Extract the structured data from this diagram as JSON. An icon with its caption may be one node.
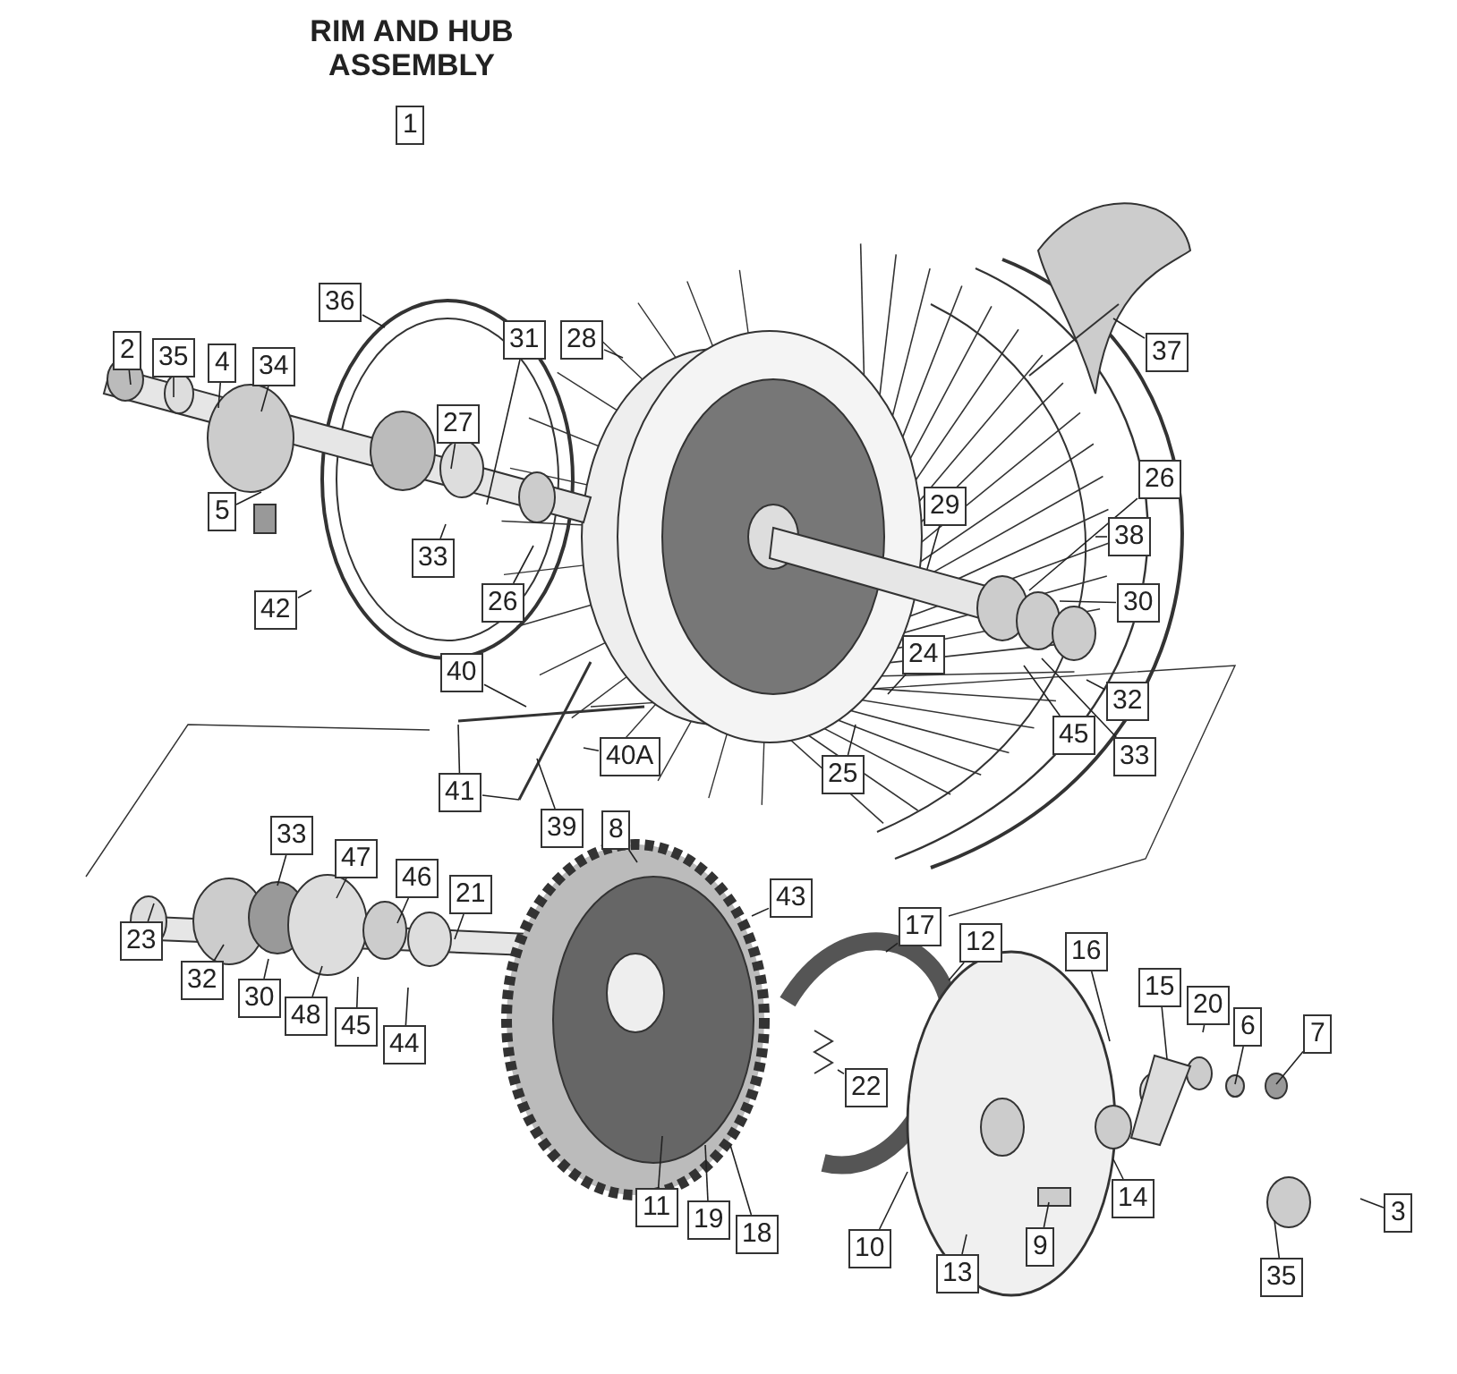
{
  "diagram": {
    "title": "RIM AND HUB ASSEMBLY",
    "nodes": [
      {
        "text": [
          "1"
        ]
      },
      {
        "text": [
          "36"
        ]
      },
      {
        "text": [
          "2"
        ]
      },
      {
        "text": [
          "35"
        ]
      },
      {
        "text": [
          "4"
        ]
      },
      {
        "text": [
          "34"
        ]
      },
      {
        "text": [
          "31"
        ]
      },
      {
        "text": [
          "28"
        ]
      },
      {
        "text": [
          "37"
        ]
      },
      {
        "text": [
          "27"
        ]
      },
      {
        "text": [
          "5"
        ]
      },
      {
        "text": [
          "33"
        ]
      },
      {
        "text": [
          "26"
        ]
      },
      {
        "text": [
          "42"
        ]
      },
      {
        "text": [
          "26"
        ]
      },
      {
        "text": [
          "29"
        ]
      },
      {
        "text": [
          "38"
        ]
      },
      {
        "text": [
          "30"
        ]
      },
      {
        "text": [
          "24"
        ]
      },
      {
        "text": [
          "32"
        ]
      },
      {
        "text": [
          "45"
        ]
      },
      {
        "text": [
          "33"
        ]
      },
      {
        "text": [
          "40"
        ]
      },
      {
        "text": [
          "40A"
        ]
      },
      {
        "text": [
          "25"
        ]
      },
      {
        "text": [
          "41"
        ]
      },
      {
        "text": [
          "39"
        ]
      },
      {
        "text": [
          "8"
        ]
      },
      {
        "text": [
          "33"
        ]
      },
      {
        "text": [
          "47"
        ]
      },
      {
        "text": [
          "46"
        ]
      },
      {
        "text": [
          "21"
        ]
      },
      {
        "text": [
          "43"
        ]
      },
      {
        "text": [
          "23"
        ]
      },
      {
        "text": [
          "17"
        ]
      },
      {
        "text": [
          "12"
        ]
      },
      {
        "text": [
          "16"
        ]
      },
      {
        "text": [
          "32"
        ]
      },
      {
        "text": [
          "30"
        ]
      },
      {
        "text": [
          "15"
        ]
      },
      {
        "text": [
          "20"
        ]
      },
      {
        "text": [
          "48"
        ]
      },
      {
        "text": [
          "45"
        ]
      },
      {
        "text": [
          "6"
        ]
      },
      {
        "text": [
          "7"
        ]
      },
      {
        "text": [
          "44"
        ]
      },
      {
        "text": [
          "22"
        ]
      },
      {
        "text": [
          "14"
        ]
      },
      {
        "text": [
          "11"
        ]
      },
      {
        "text": [
          "3"
        ]
      },
      {
        "text": [
          "19"
        ]
      },
      {
        "text": [
          "18"
        ]
      },
      {
        "text": [
          "10"
        ]
      },
      {
        "text": [
          "9"
        ]
      },
      {
        "text": [
          "13"
        ]
      },
      {
        "text": [
          "35"
        ]
      }
    ],
    "edges": [
      {
        "from": 1,
        "to": null,
        "arrow": "none"
      },
      {
        "from": 2,
        "to": null,
        "arrow": "none"
      },
      {
        "from": 3,
        "to": null,
        "arrow": "none"
      },
      {
        "from": 4,
        "to": null,
        "arrow": "none"
      },
      {
        "from": 5,
        "to": null,
        "arrow": "none"
      },
      {
        "from": 6,
        "to": null,
        "arrow": "none"
      },
      {
        "from": 7,
        "to": null,
        "arrow": "none"
      },
      {
        "from": 8,
        "to": null,
        "arrow": "none"
      },
      {
        "from": 9,
        "to": null,
        "arrow": "none"
      },
      {
        "from": 10,
        "to": null,
        "arrow": "none"
      },
      {
        "from": 11,
        "to": null,
        "arrow": "none"
      },
      {
        "from": 12,
        "to": null,
        "arrow": "none"
      },
      {
        "from": 13,
        "to": null,
        "arrow": "none"
      },
      {
        "from": 14,
        "to": null,
        "arrow": "none"
      },
      {
        "from": 15,
        "to": null,
        "arrow": "none"
      },
      {
        "from": 16,
        "to": null,
        "arrow": "none"
      },
      {
        "from": 17,
        "to": null,
        "arrow": "none"
      },
      {
        "from": 18,
        "to": null,
        "arrow": "none"
      },
      {
        "from": 19,
        "to": null,
        "arrow": "none"
      },
      {
        "from": 20,
        "to": null,
        "arrow": "none"
      },
      {
        "from": 21,
        "to": null,
        "arrow": "none"
      },
      {
        "from": 22,
        "to": null,
        "arrow": "none"
      },
      {
        "from": 23,
        "to": null,
        "arrow": "none"
      },
      {
        "from": 24,
        "to": null,
        "arrow": "none"
      },
      {
        "from": 25,
        "to": null,
        "arrow": "none"
      },
      {
        "from": 25,
        "to": null,
        "arrow": "none"
      },
      {
        "from": 26,
        "to": null,
        "arrow": "none"
      },
      {
        "from": 27,
        "to": null,
        "arrow": "none"
      },
      {
        "from": 28,
        "to": null,
        "arrow": "none"
      },
      {
        "from": 29,
        "to": null,
        "arrow": "none"
      },
      {
        "from": 30,
        "to": null,
        "arrow": "none"
      },
      {
        "from": 31,
        "to": null,
        "arrow": "none"
      },
      {
        "from": 32,
        "to": null,
        "arrow": "none"
      },
      {
        "from": 33,
        "to": null,
        "arrow": "none"
      },
      {
        "from": 34,
        "to": null,
        "arrow": "none"
      },
      {
        "from": 35,
        "to": null,
        "arrow": "none"
      },
      {
        "from": 36,
        "to": null,
        "arrow": "none"
      },
      {
        "from": 37,
        "to": null,
        "arrow": "none"
      },
      {
        "from": 38,
        "to": null,
        "arrow": "none"
      },
      {
        "from": 39,
        "to": null,
        "arrow": "none"
      },
      {
        "from": 40,
        "to": null,
        "arrow": "none"
      },
      {
        "from": 41,
        "to": null,
        "arrow": "none"
      },
      {
        "from": 42,
        "to": null,
        "arrow": "none"
      },
      {
        "from": 43,
        "to": null,
        "arrow": "none"
      },
      {
        "from": 44,
        "to": null,
        "arrow": "none"
      },
      {
        "from": 45,
        "to": null,
        "arrow": "none"
      },
      {
        "from": 46,
        "to": null,
        "arrow": "none"
      },
      {
        "from": 47,
        "to": null,
        "arrow": "none"
      },
      {
        "from": 48,
        "to": null,
        "arrow": "none"
      },
      {
        "from": 49,
        "to": null,
        "arrow": "none"
      },
      {
        "from": 50,
        "to": null,
        "arrow": "none"
      },
      {
        "from": 51,
        "to": null,
        "arrow": "none"
      },
      {
        "from": 52,
        "to": null,
        "arrow": "none"
      },
      {
        "from": 53,
        "to": null,
        "arrow": "none"
      },
      {
        "from": 54,
        "to": null,
        "arrow": "none"
      },
      {
        "from": 55,
        "to": null,
        "arrow": "none"
      }
    ]
  }
}
